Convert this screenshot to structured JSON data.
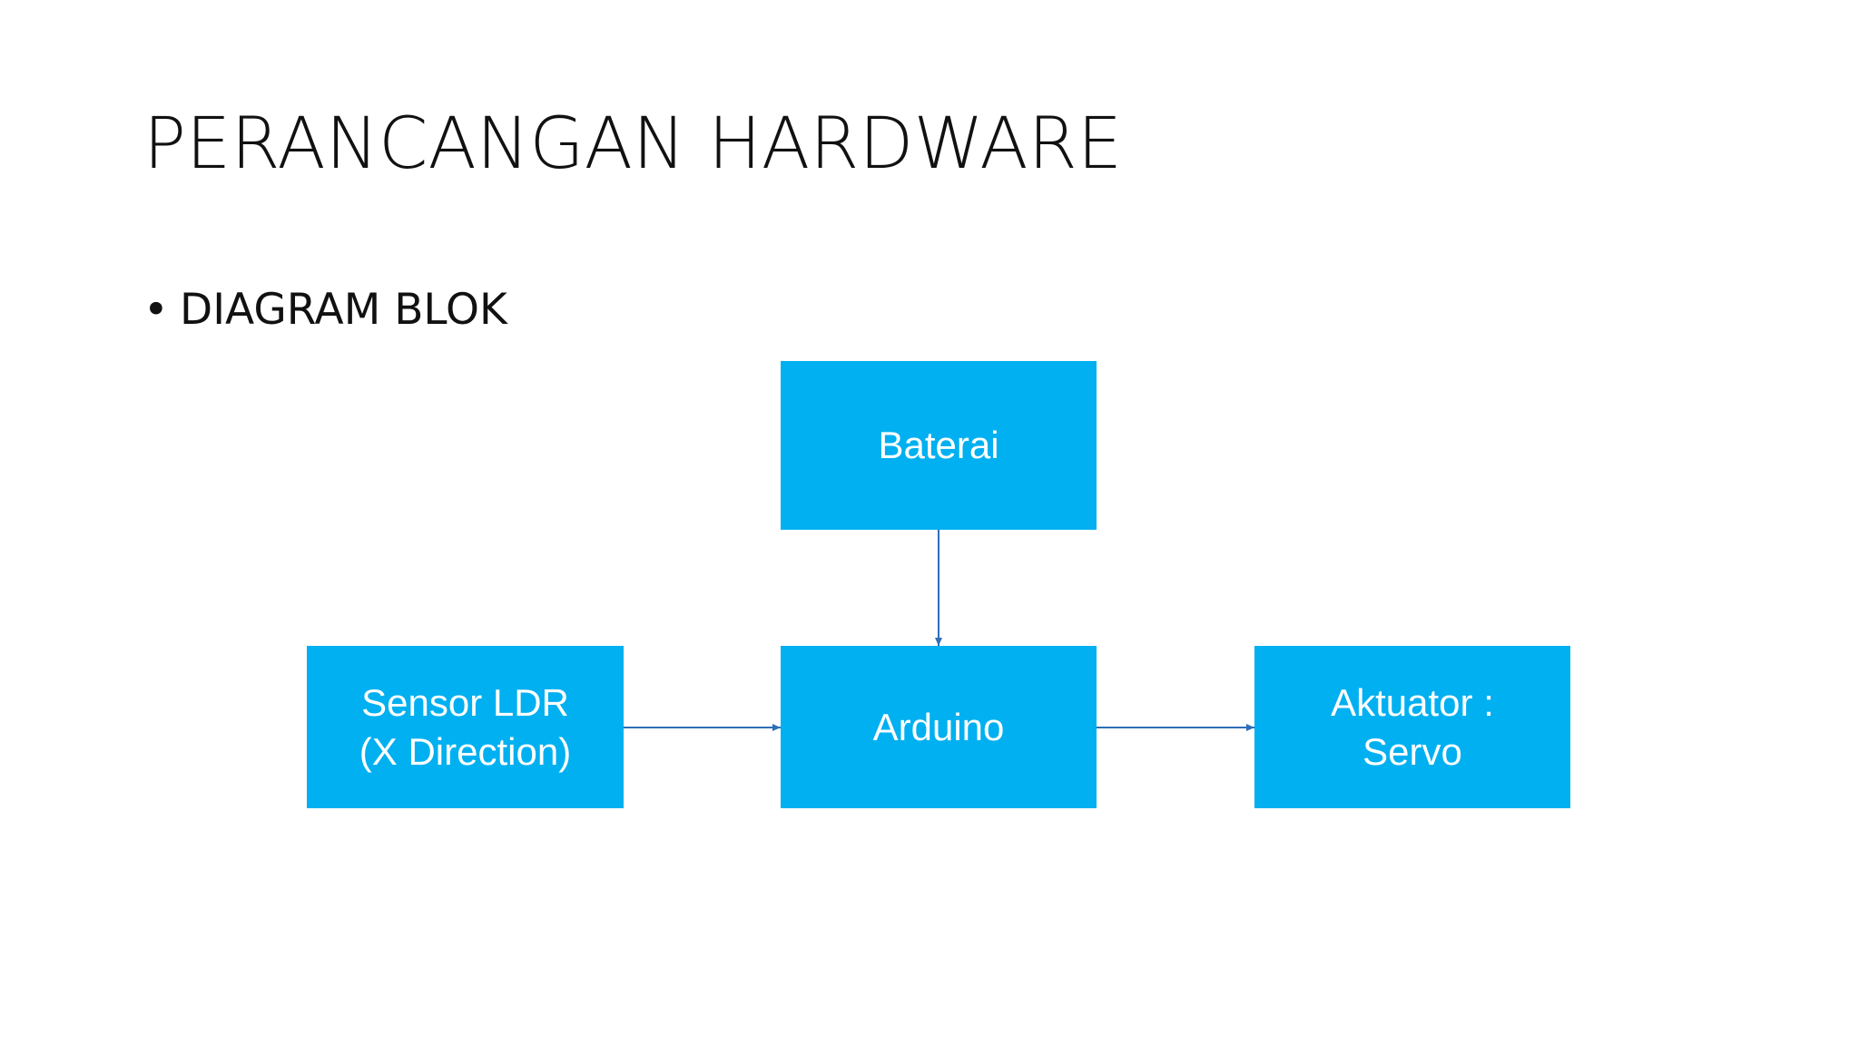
{
  "slide": {
    "title": "PERANCANGAN HARDWARE",
    "bullet": "DIAGRAM BLOK",
    "bullet_symbol": "•"
  },
  "diagram": {
    "block_color": "#00b0f0",
    "connector_color": "#2e6fb7",
    "blocks": {
      "baterai": "Baterai",
      "sensor": "Sensor LDR\n(X Direction)",
      "arduino": "Arduino",
      "servo": "Aktuator :\nServo"
    },
    "connections": [
      {
        "from": "baterai",
        "to": "arduino"
      },
      {
        "from": "sensor",
        "to": "arduino"
      },
      {
        "from": "arduino",
        "to": "servo"
      }
    ]
  }
}
